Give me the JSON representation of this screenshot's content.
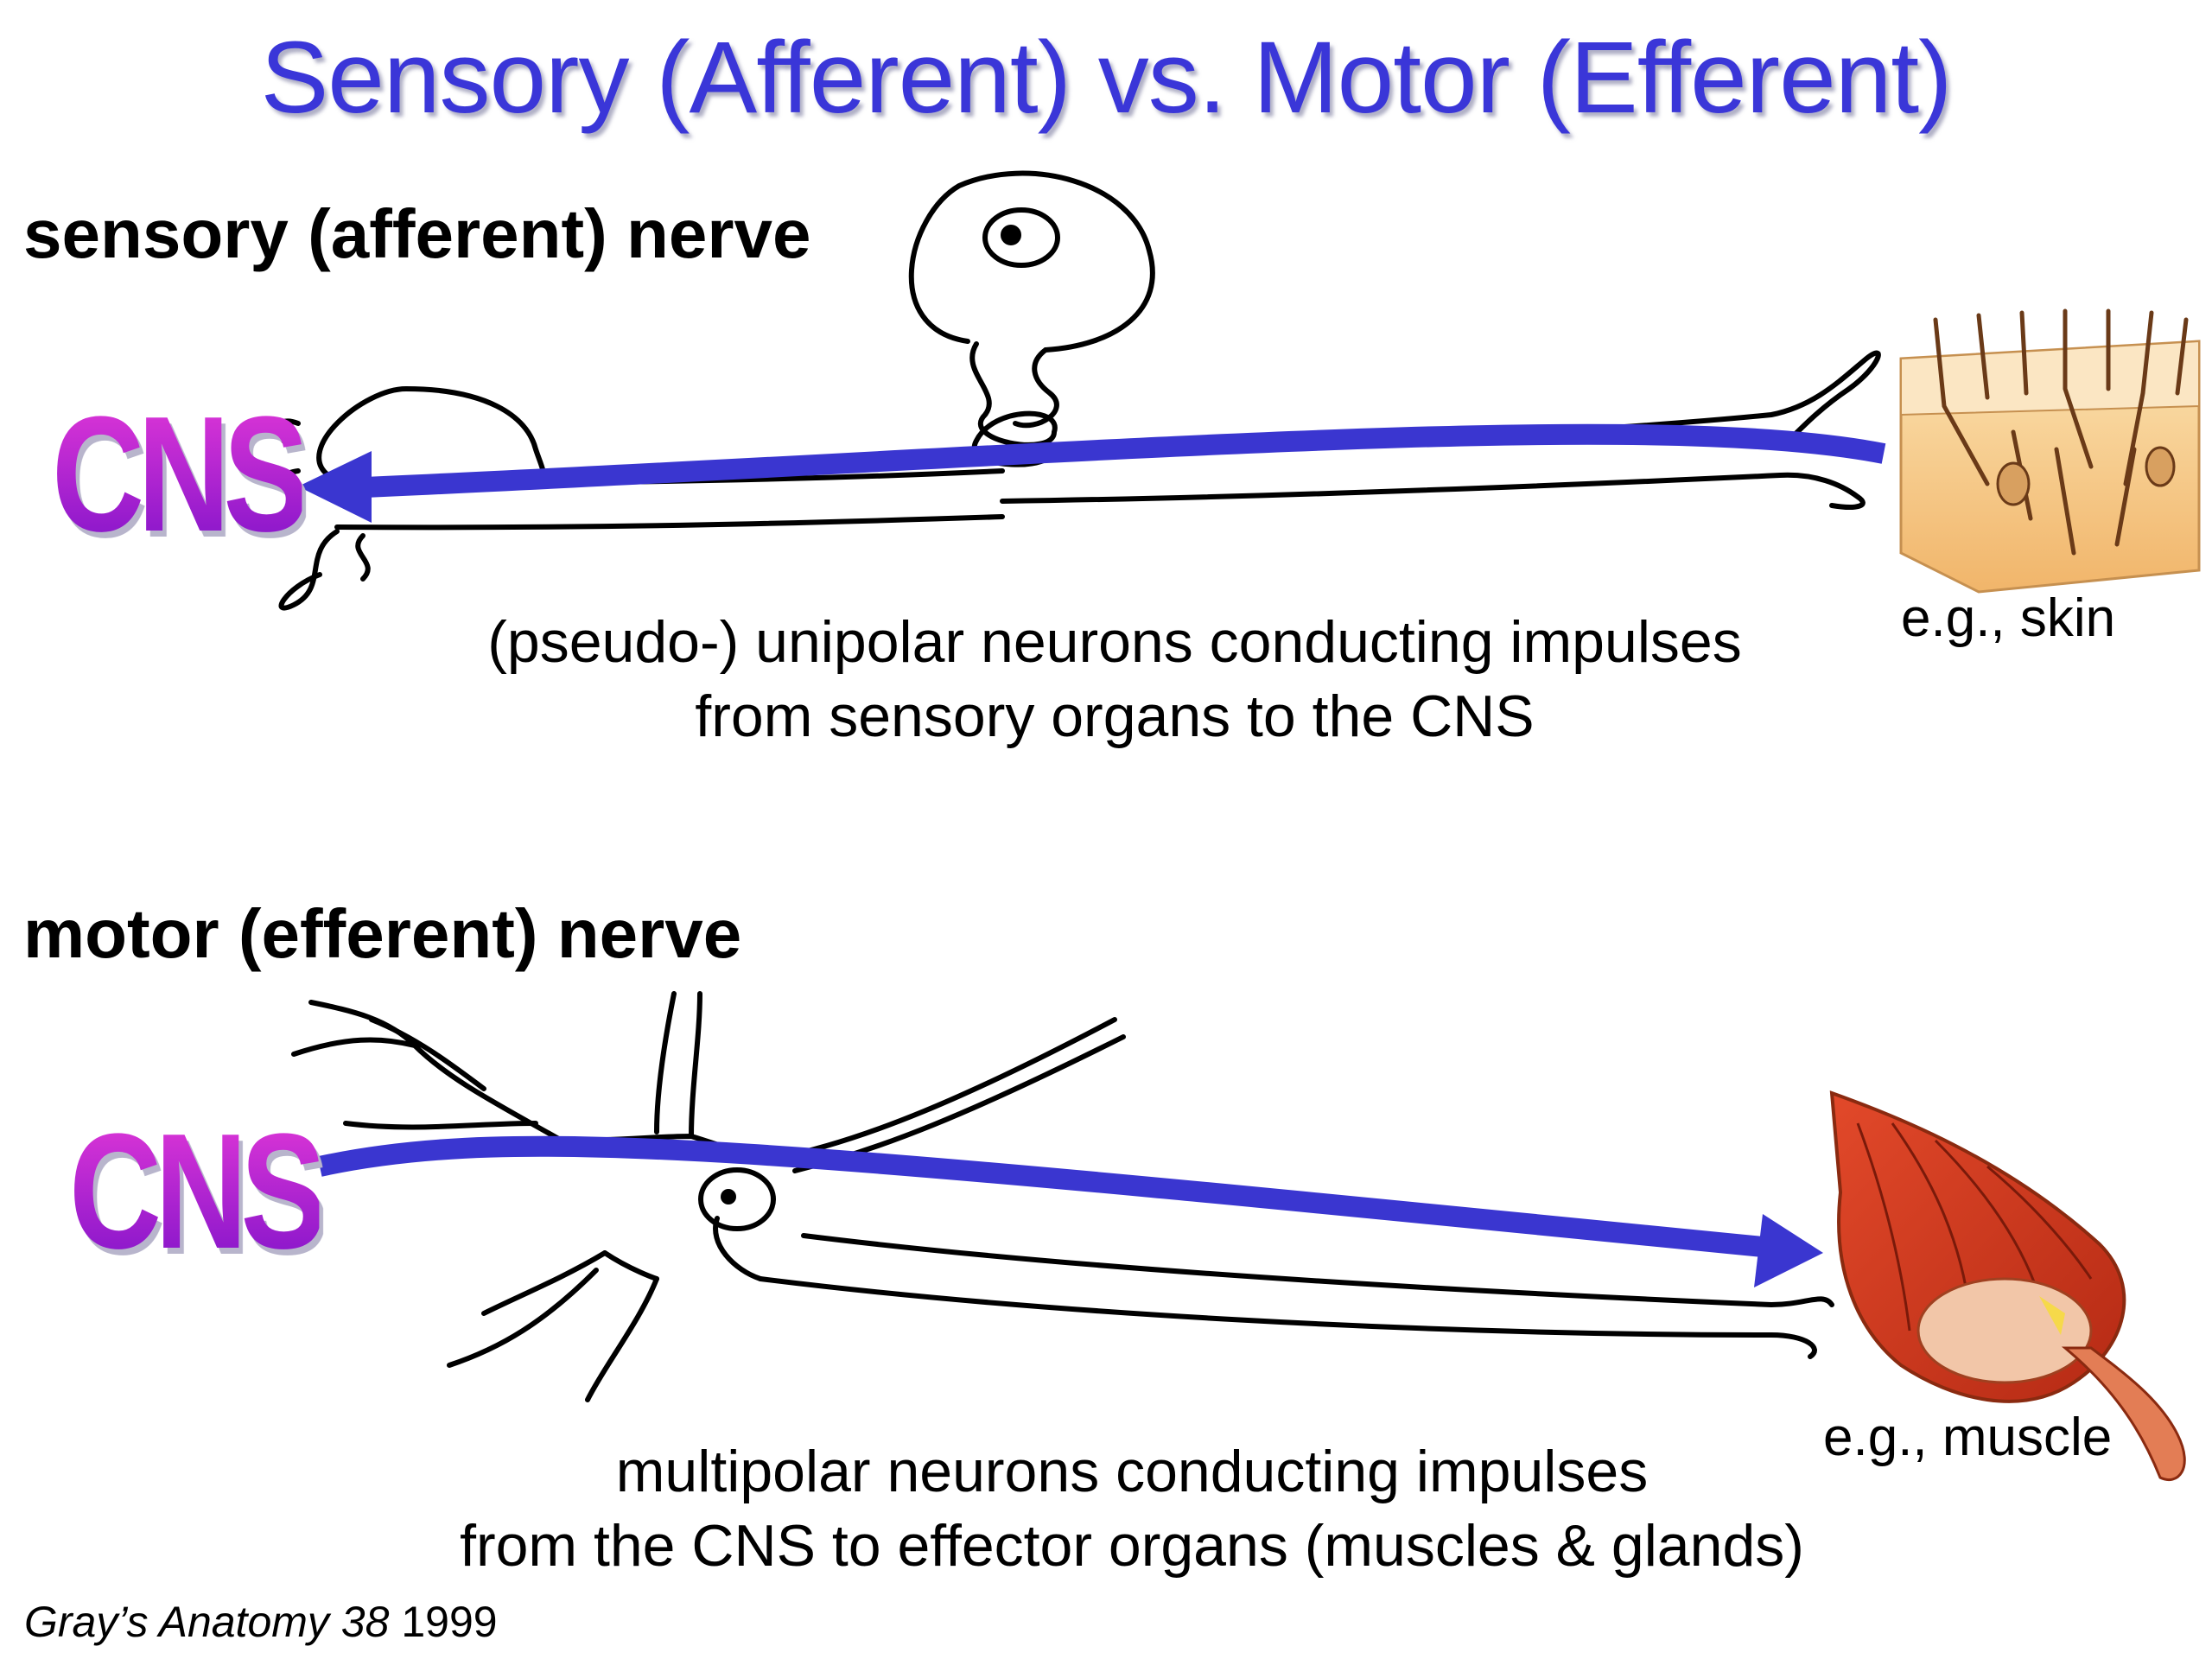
{
  "title": "Sensory (Afferent) vs. Motor (Efferent)",
  "sensory": {
    "heading": "sensory (afferent) nerve",
    "cns_label": "CNS",
    "caption_line1": "(pseudo-) unipolar neurons conducting impulses",
    "caption_line2": "from sensory organs to the CNS",
    "organ_label": "e.g., skin"
  },
  "motor": {
    "heading": "motor (efferent) nerve",
    "cns_label": "CNS",
    "caption_line1": "multipolar neurons conducting impulses",
    "caption_line2": "from the CNS to effector organs (muscles & glands)",
    "organ_label": "e.g., muscle"
  },
  "credit": {
    "italic": "Gray’s Anatomy 38",
    "year": "1999"
  },
  "colors": {
    "title": "#3a36d8",
    "arrow": "#3a36d0",
    "cns": "#a21ee0"
  }
}
